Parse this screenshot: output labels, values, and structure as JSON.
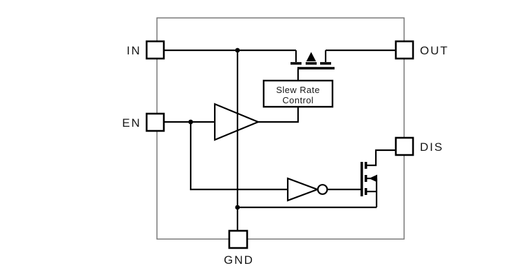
{
  "figure": {
    "type": "load-switch-functional-block-diagram",
    "background": "#ffffff",
    "frame_color": "#6e6e6e",
    "wire_color": "#000000",
    "text_color": "#161616",
    "pins": {
      "in": "IN",
      "en": "EN",
      "out": "OUT",
      "dis": "DIS",
      "gnd": "GND"
    },
    "blocks": {
      "slew_rate_control": {
        "line1": "Slew Rate",
        "line2": "Control"
      }
    }
  }
}
